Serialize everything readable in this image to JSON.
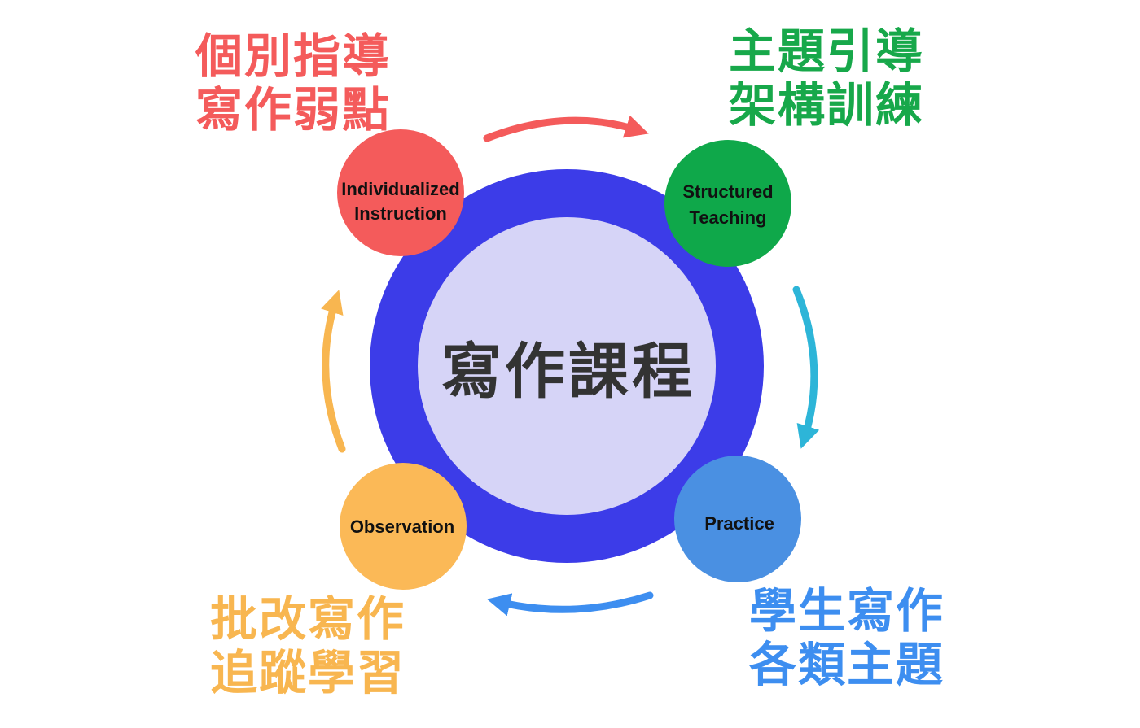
{
  "center": {
    "title": "寫作課程"
  },
  "nodes": {
    "individualized": {
      "line1": "Individualized",
      "line2": "Instruction",
      "color": "#f45b5b"
    },
    "structured": {
      "line1": "Structured",
      "line2": "Teaching",
      "color": "#0fa84a"
    },
    "practice": {
      "line1": "Practice",
      "color": "#4a90e2"
    },
    "observation": {
      "line1": "Observation",
      "color": "#fbb957"
    }
  },
  "labels": {
    "top_left": {
      "line1": "個別指導",
      "line2": "寫作弱點"
    },
    "top_right": {
      "line1": "主題引導",
      "line2": "架構訓練"
    },
    "bottom_right": {
      "line1": "學生寫作",
      "line2": "各類主題"
    },
    "bottom_left": {
      "line1": "批改寫作",
      "line2": "追蹤學習"
    }
  },
  "colors": {
    "outer_ring": "#3c3ce8",
    "inner_fill": "#d6d4f7",
    "arrow_top": "#f45b5b",
    "arrow_right": "#2db5d8",
    "arrow_bottom": "#3d8ef0",
    "arrow_left": "#f8b650"
  }
}
